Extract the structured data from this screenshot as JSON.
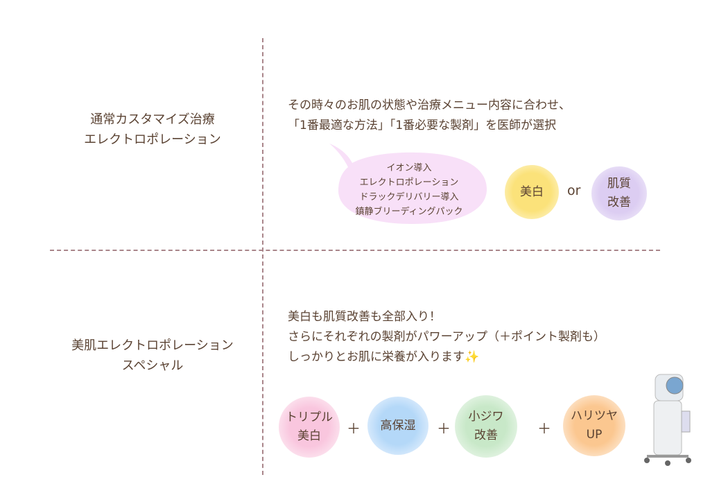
{
  "top": {
    "title_lines": [
      "通常カスタマイズ治療",
      "エレクトロポレーション"
    ],
    "desc_lines": [
      "その時々のお肌の状態や治療メニュー内容に合わせ、",
      "「1番最適な方法」「1番必要な製剤」を医師が選択"
    ],
    "bubble_lines": [
      "イオン導入",
      "エレクトロポレーション",
      "ドラックデリバリー導入",
      "鎮静ブリーディングパック"
    ],
    "choice_a": "美白",
    "or": "or",
    "choice_b_lines": [
      "肌質",
      "改善"
    ]
  },
  "bottom": {
    "title_lines": [
      "美肌エレクトロポレーション",
      "スペシャル"
    ],
    "desc_lines": [
      "美白も肌質改善も全部入り！",
      "さらにそれぞれの製剤がパワーアップ（＋ポイント製剤も）",
      "しっかりとお肌に栄養が入ります"
    ],
    "items": [
      {
        "lines": [
          "トリプル",
          "美白"
        ],
        "color": "#f9c6de"
      },
      {
        "lines": [
          "高保湿",
          ""
        ],
        "color": "#b4d8f8"
      },
      {
        "lines": [
          "小ジワ",
          "改善"
        ],
        "color": "#c8e8c8"
      },
      {
        "lines": [
          "ハリツヤ",
          "UP"
        ],
        "color": "#fbc790"
      }
    ],
    "plus": "＋"
  }
}
